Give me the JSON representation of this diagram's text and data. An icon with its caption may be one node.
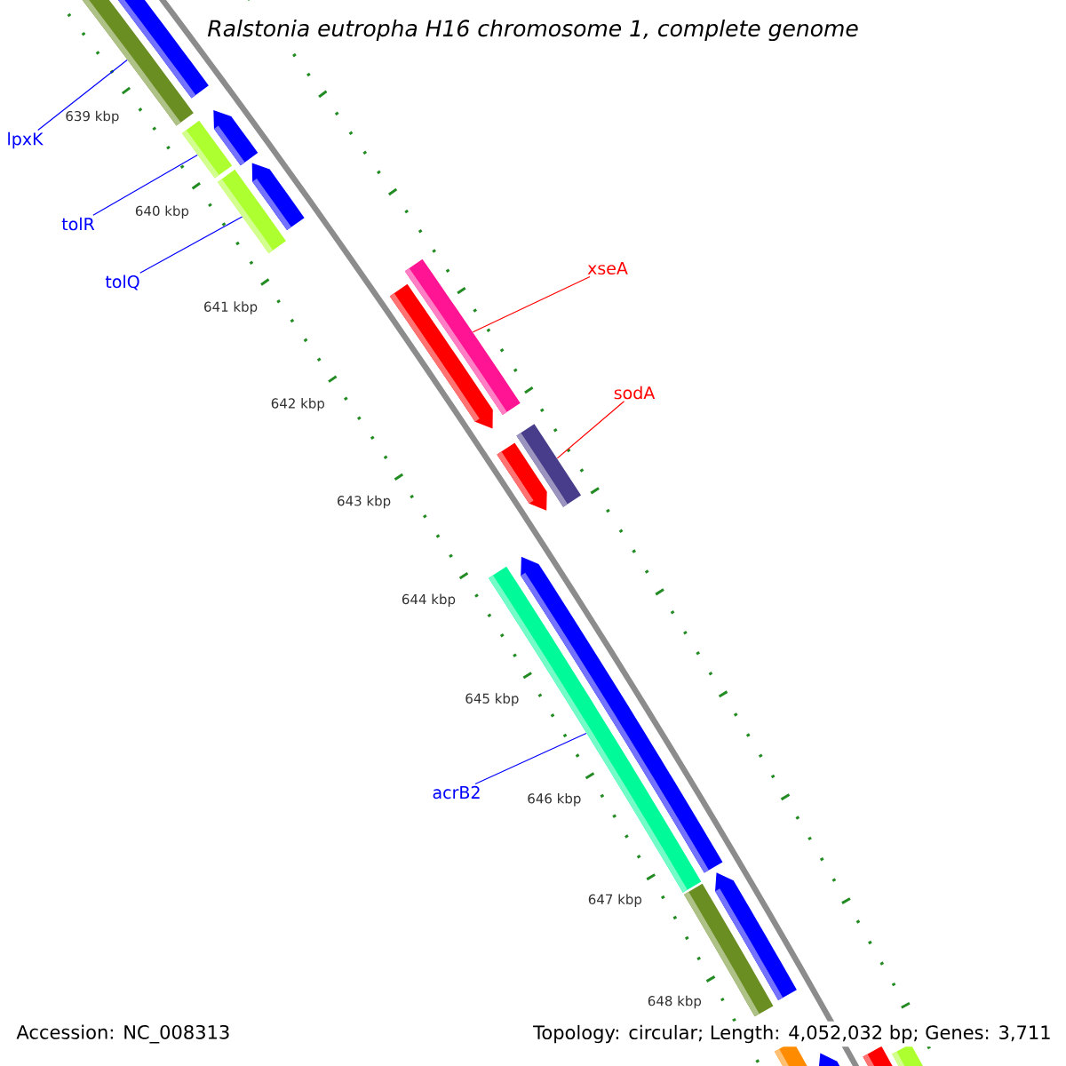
{
  "diagram": {
    "title": "Ralstonia eutropha H16 chromosome 1, complete genome",
    "nodes": [
      {
        "text": [
          "lpxK"
        ]
      },
      {
        "text": [
          "tolR"
        ]
      },
      {
        "text": [
          "tolQ"
        ]
      },
      {
        "text": [
          "xseA"
        ]
      },
      {
        "text": [
          "sodA"
        ]
      },
      {
        "text": [
          "acrB2"
        ]
      },
      {
        "text": [],
        "shape": "bar"
      },
      {
        "text": [],
        "shape": "bar"
      },
      {
        "text": [],
        "shape": "bar"
      },
      {
        "text": [],
        "shape": "bar"
      },
      {
        "text": [],
        "shape": "bar"
      },
      {
        "text": [],
        "shape": "bar"
      }
    ],
    "edges": [
      {
        "from": 0,
        "to": 6,
        "arrow": "none"
      },
      {
        "from": 1,
        "to": 7,
        "arrow": "none"
      },
      {
        "from": 2,
        "to": 8,
        "arrow": "none"
      },
      {
        "from": 3,
        "to": 9,
        "arrow": "none",
        "color": "#ff0000"
      },
      {
        "from": 4,
        "to": 10,
        "arrow": "none",
        "color": "#ff0000"
      },
      {
        "from": 5,
        "to": 11,
        "arrow": "none"
      }
    ],
    "labels": [
      "639 kbp",
      "640 kbp",
      "641 kbp",
      "642 kbp",
      "643 kbp",
      "644 kbp",
      "645 kbp",
      "646 kbp",
      "647 kbp",
      "648 kbp",
      "Accession: NC_008313",
      "Topology: circular; Length: 4,052,032 bp; Genes: 3,711"
    ]
  }
}
